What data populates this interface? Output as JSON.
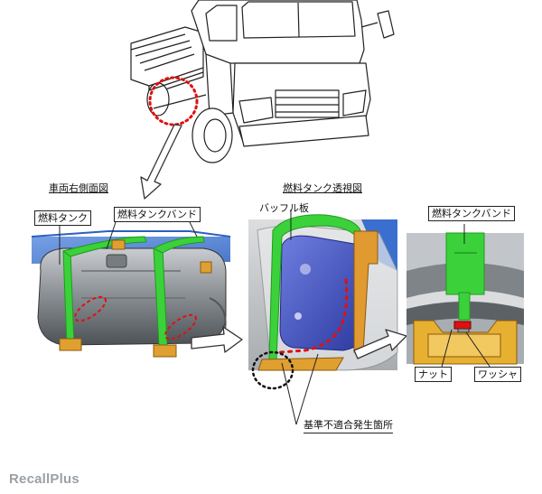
{
  "labels": {
    "side_view_title": "車両右側面図",
    "transparent_view_title": "燃料タンク透視図",
    "fuel_tank": "燃料タンク",
    "fuel_tank_band_left": "燃料タンクバンド",
    "baffle_plate": "バッフル板",
    "fuel_tank_band_right": "燃料タンクバンド",
    "nut": "ナット",
    "washer": "ワッシャ",
    "defect_location": "基準不適合発生箇所"
  },
  "watermark": "RecallPlus",
  "colors": {
    "band_green": "#3bd13b",
    "tank_gray": "#8a8f94",
    "baffle_blue": "#4a5bc8",
    "bracket_orange": "#e0a030",
    "defect_red": "#e01010",
    "background_blue": "#3a6fd0"
  }
}
